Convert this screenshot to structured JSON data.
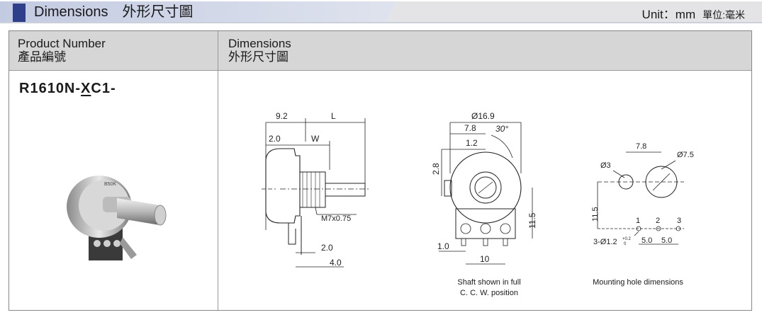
{
  "header": {
    "title": "Dimensions　外形尺寸圖",
    "unit_en": "Unit：mm",
    "unit_zh": "單位:毫米"
  },
  "table": {
    "col1_header_en": "Product Number",
    "col1_header_zh": "產品編號",
    "col2_header_en": "Dimensions",
    "col2_header_zh": "外形尺寸圖",
    "part_number_prefix": "R1610N-",
    "part_number_variable": "X",
    "part_number_suffix": "C1-"
  },
  "photo": {
    "label": "B50K"
  },
  "side_view": {
    "dim_9_2": "9.2",
    "dim_L": "L",
    "dim_2_0_top": "2.0",
    "dim_W": "W",
    "thread": "M7x0.75",
    "dim_2_0_bottom": "2.0",
    "dim_4_0": "4.0"
  },
  "front_view": {
    "dim_16_9": "Ø16.9",
    "dim_7_8": "7.8",
    "angle_30": "30°",
    "dim_1_2": "1.2",
    "dim_2_8": "2.8",
    "dim_11_5": "11.5",
    "dim_1_0": "1.0",
    "dim_10": "10",
    "caption_line1": "Shaft shown in full",
    "caption_line2": "C. C. W. position"
  },
  "hole_view": {
    "dim_7_8": "7.8",
    "dim_7_5": "Ø7.5",
    "dim_3": "Ø3",
    "dim_11_5": "11.5",
    "pin_1": "1",
    "pin_2": "2",
    "pin_3": "3",
    "dim_hole": "3-Ø1.2",
    "tol_plus": "+0.2",
    "tol_zero": "0",
    "dim_5_0a": "5.0",
    "dim_5_0b": "5.0",
    "caption": "Mounting hole dimensions"
  },
  "colors": {
    "header_accent": "#2f3f8a",
    "header_band": "#c8cfe3",
    "table_head": "#d6d6d6"
  }
}
